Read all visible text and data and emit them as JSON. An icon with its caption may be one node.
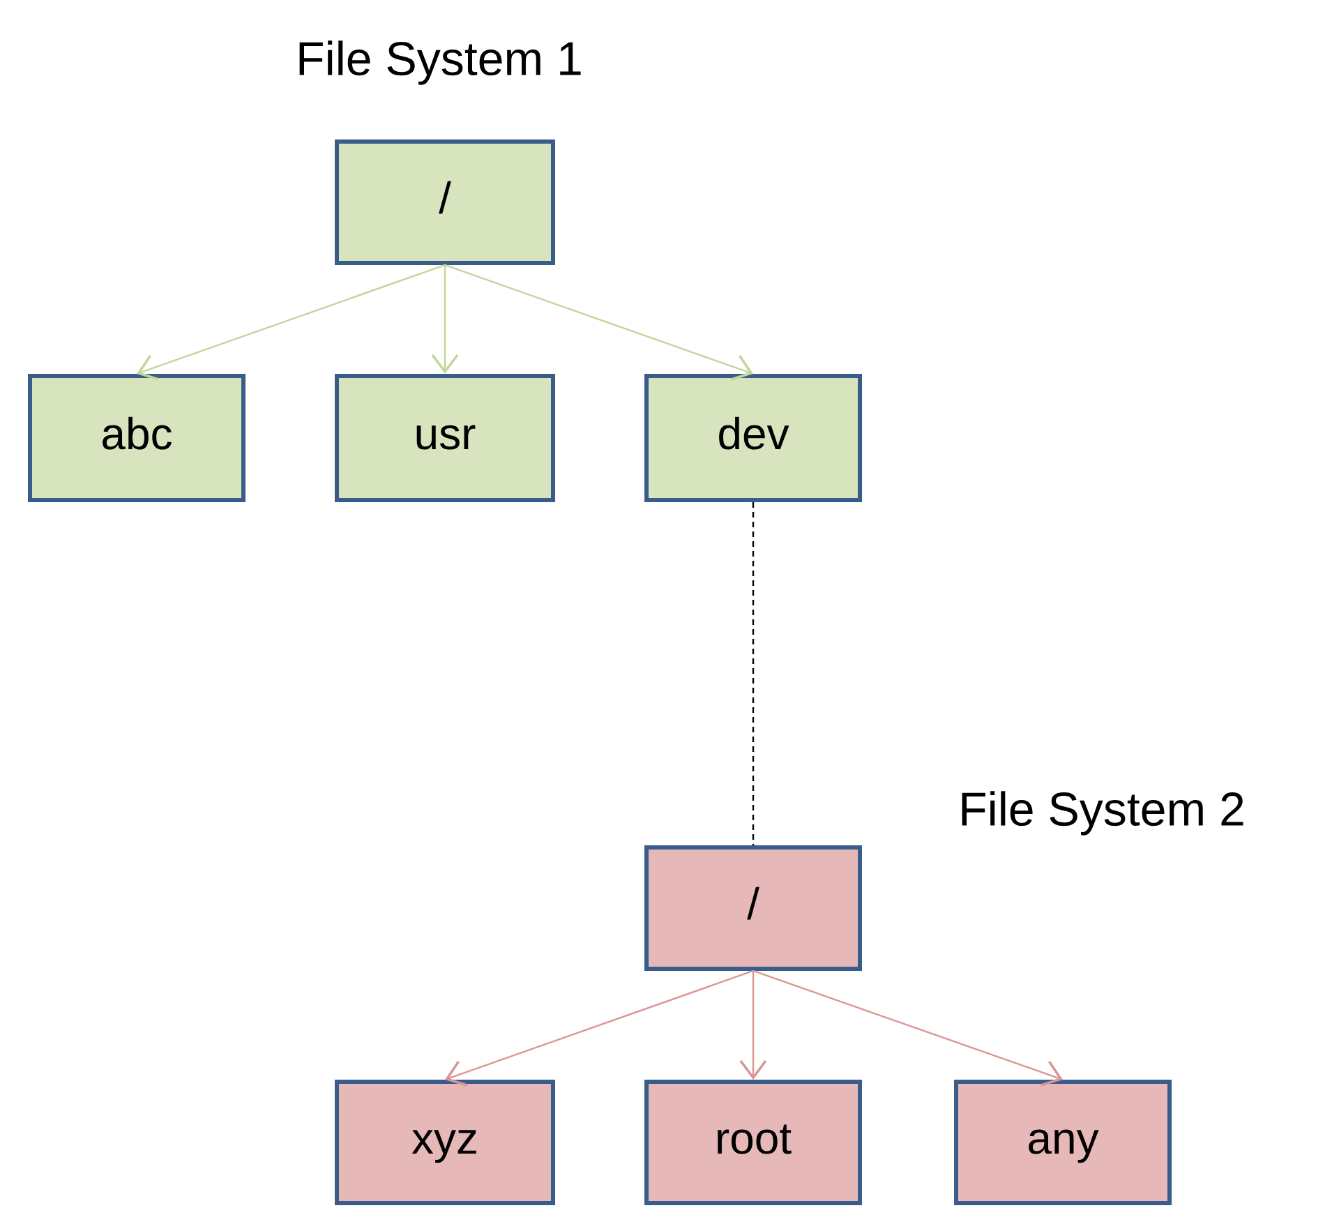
{
  "diagram": {
    "nodes": [
      {
        "text": [
          "/"
        ]
      },
      {
        "text": [
          "abc"
        ]
      },
      {
        "text": [
          "usr"
        ]
      },
      {
        "text": [
          "dev"
        ]
      },
      {
        "text": [
          "/"
        ]
      },
      {
        "text": [
          "xyz"
        ]
      },
      {
        "text": [
          "root"
        ]
      },
      {
        "text": [
          "any"
        ]
      }
    ],
    "edges": [
      {
        "from": 0,
        "to": 1,
        "arrow": "to",
        "color": "#c3d69b"
      },
      {
        "from": 0,
        "to": 2,
        "arrow": "to",
        "color": "#c3d69b"
      },
      {
        "from": 0,
        "to": 3,
        "arrow": "to",
        "color": "#c3d69b"
      },
      {
        "from": 3,
        "to": 4,
        "arrow": "none",
        "style": "dashed",
        "color": "#000000"
      },
      {
        "from": 4,
        "to": 5,
        "arrow": "to",
        "color": "#d99694"
      },
      {
        "from": 4,
        "to": 6,
        "arrow": "to",
        "color": "#d99694"
      },
      {
        "from": 4,
        "to": 7,
        "arrow": "to",
        "color": "#d99694"
      }
    ],
    "labels": [
      "File System 1",
      "File System 2"
    ]
  }
}
